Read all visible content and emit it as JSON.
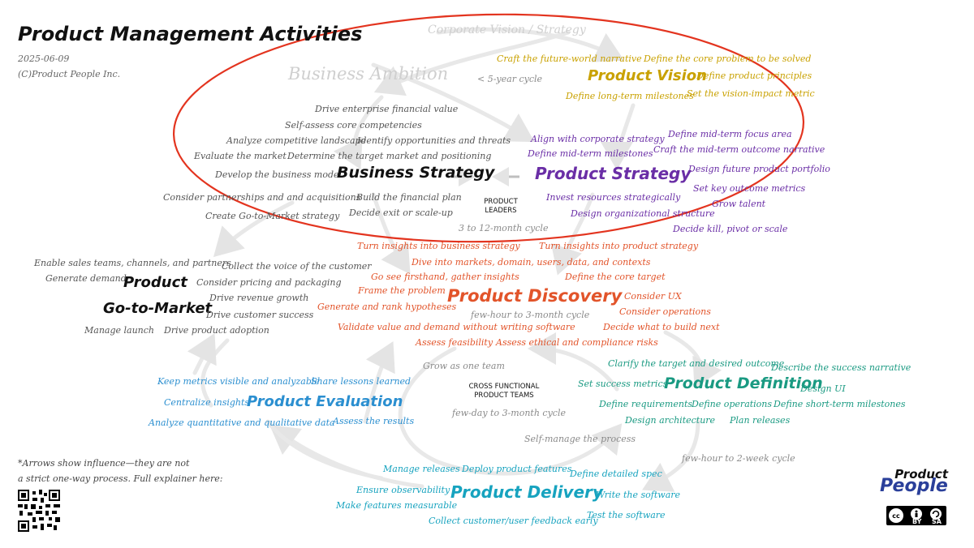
{
  "header": {
    "title": "Product Management Activities",
    "date": "2025-06-09",
    "copyright": "(C)Product People Inc."
  },
  "top": {
    "corporate_vision": "Corporate Vision / Strategy",
    "business_ambition": "Business Ambition",
    "five_year_cycle": "< 5-year cycle"
  },
  "product_vision": {
    "title": "Product Vision",
    "items": [
      "Craft the future-world narrative",
      "Define the core problem to be solved",
      "Define product principles",
      "Define long-term milestones",
      "Set the vision-impact metric"
    ]
  },
  "business_strategy": {
    "title": "Business Strategy",
    "items": [
      "Drive enterprise financial value",
      "Self-assess core competencies",
      "Analyze competitive landscape",
      "Identify opportunities and threats",
      "Evaluate the market",
      "Determine the target market and positioning",
      "Develop the business model",
      "Consider partnerships and and acquisitions",
      "Build the financial plan",
      "Create Go-to-Market strategy",
      "Decide exit or scale-up"
    ]
  },
  "leaders": {
    "line1": "PRODUCT",
    "line2": "LEADERS",
    "cycle": "3 to 12-month cycle"
  },
  "product_strategy": {
    "title": "Product Strategy",
    "items": [
      "Align with corporate strategy",
      "Define mid-term focus area",
      "Define mid-term milestones",
      "Craft the mid-term outcome narrative",
      "Design future product portfolio",
      "Invest resources strategically",
      "Set key outcome metrics",
      "Grow talent",
      "Design organizational structure",
      "Decide kill, pivot or scale"
    ]
  },
  "product_gtm": {
    "title1": "Product",
    "title2": "Go-to-Market",
    "items": [
      "Enable sales teams, channels, and partners",
      "Collect the voice of the customer",
      "Generate demand",
      "Consider pricing and packaging",
      "Drive revenue growth",
      "Drive customer success",
      "Manage launch",
      "Drive product adoption"
    ]
  },
  "product_discovery": {
    "title": "Product Discovery",
    "cycle": "few-hour to 3-month cycle",
    "items": [
      "Turn insights into business strategy",
      "Turn insights into product strategy",
      "Dive into markets, domain, users, data, and contexts",
      "Go see firsthand, gather insights",
      "Define the core target",
      "Frame the problem",
      "Consider UX",
      "Generate and rank hypotheses",
      "Consider operations",
      "Validate value and demand without writing software",
      "Decide what to build next",
      "Assess feasibility",
      "Assess ethical and compliance risks"
    ]
  },
  "teams": {
    "grow": "Grow as one team",
    "line1": "CROSS FUNCTIONAL",
    "line2": "PRODUCT TEAMS",
    "cycle": "few-day to 3-month cycle",
    "self_manage": "Self-manage the process"
  },
  "product_definition": {
    "title": "Product Definition",
    "cycle": "few-hour to 2-week cycle",
    "items": [
      "Clarify the target and desired outcome",
      "Describe the success narrative",
      "Set success metrics",
      "Design UI",
      "Define requirements",
      "Define operations",
      "Define short-term milestones",
      "Design architecture",
      "Plan releases"
    ]
  },
  "product_evaluation": {
    "title": "Product Evaluation",
    "items": [
      "Keep metrics visible and analyzable",
      "Share lessons learned",
      "Centralize insights",
      "Analyze quantitative and qualitative data",
      "Assess the results"
    ]
  },
  "product_delivery": {
    "title": "Product Delivery",
    "items": [
      "Manage releases",
      "Deploy product features",
      "Define detailed spec",
      "Ensure observability",
      "Write the software",
      "Make features measurable",
      "Test the software",
      "Collect customer/user feedback early"
    ]
  },
  "footer": {
    "note1": "*Arrows show influence—they are not",
    "note2": "a strict one-way process. Full explainer here:",
    "logo_top": "Product",
    "logo_bottom": "People",
    "license_by": "BY",
    "license_sa": "SA"
  },
  "colors": {
    "highlight_ring": "#e3341f",
    "product_vision": "#c9a100",
    "product_strategy": "#6a2ea6",
    "product_discovery": "#e2542a",
    "product_definition": "#1a9a82",
    "product_delivery": "#17a3bf",
    "product_evaluation": "#2b8fd0",
    "arrows": "#e6e6e6"
  }
}
